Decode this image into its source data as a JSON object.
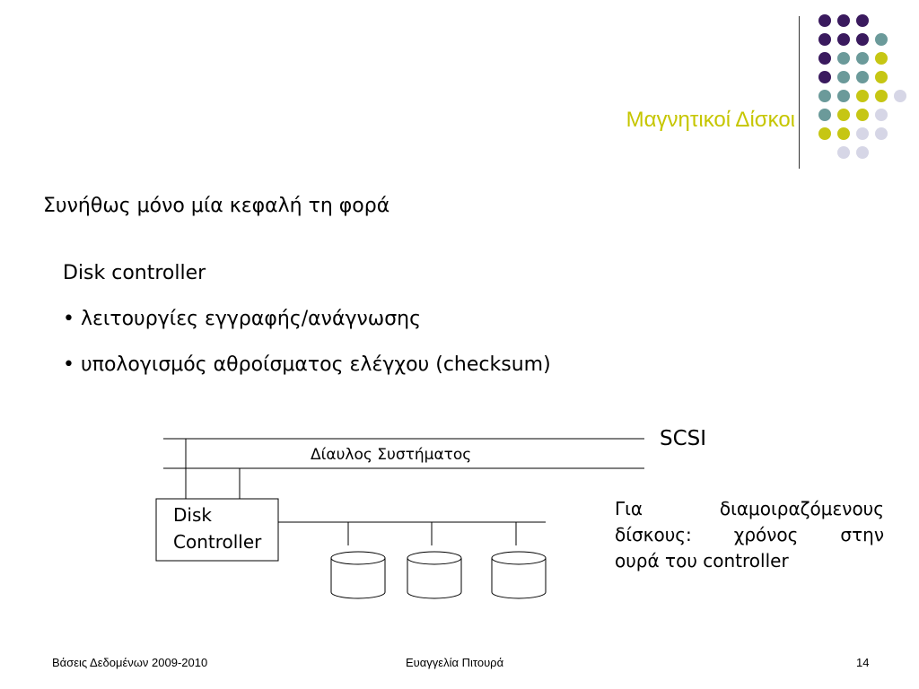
{
  "header": {
    "title": "Μαγνητικοί Δίσκοι",
    "title_color": "#c6c600"
  },
  "decor": {
    "colors": {
      "purple": "#3a1a5e",
      "teal": "#6b9a9a",
      "olive": "#c6c614",
      "lavender": "#d6d6e6"
    },
    "dot_rows": [
      [
        "purple",
        "purple",
        "purple"
      ],
      [
        "purple",
        "purple",
        "purple",
        "teal"
      ],
      [
        "purple",
        "teal",
        "teal",
        "olive"
      ],
      [
        "purple",
        "teal",
        "teal",
        "olive"
      ],
      [
        "teal",
        "teal",
        "olive",
        "olive",
        "lavender"
      ],
      [
        "teal",
        "olive",
        "olive",
        "lavender"
      ],
      [
        "olive",
        "olive",
        "lavender",
        "lavender"
      ],
      [
        "lavender",
        "lavender"
      ]
    ]
  },
  "content": {
    "line1": "Συνήθως μόνο μία κεφαλή τη φορά",
    "section_title": "Disk controller",
    "bullet1": "• λειτουργίες εγγραφής/ανάγνωσης",
    "bullet2": "• υπολογισμός αθροίσματος ελέγχου (checksum)"
  },
  "diagram": {
    "bus_label": "Δίαυλος Συστήματος",
    "scsi_label": "SCSI",
    "controller_line1": "Disk",
    "controller_line2": "Controller"
  },
  "note": {
    "line1": "Για διαμοιραζόμενους",
    "line2": "δίσκους: χρόνος στην",
    "line3": "ουρά του controller"
  },
  "footer": {
    "left": "Βάσεις Δεδομένων 2009-2010",
    "center": "Ευαγγελία Πιτουρά",
    "page": "14"
  }
}
